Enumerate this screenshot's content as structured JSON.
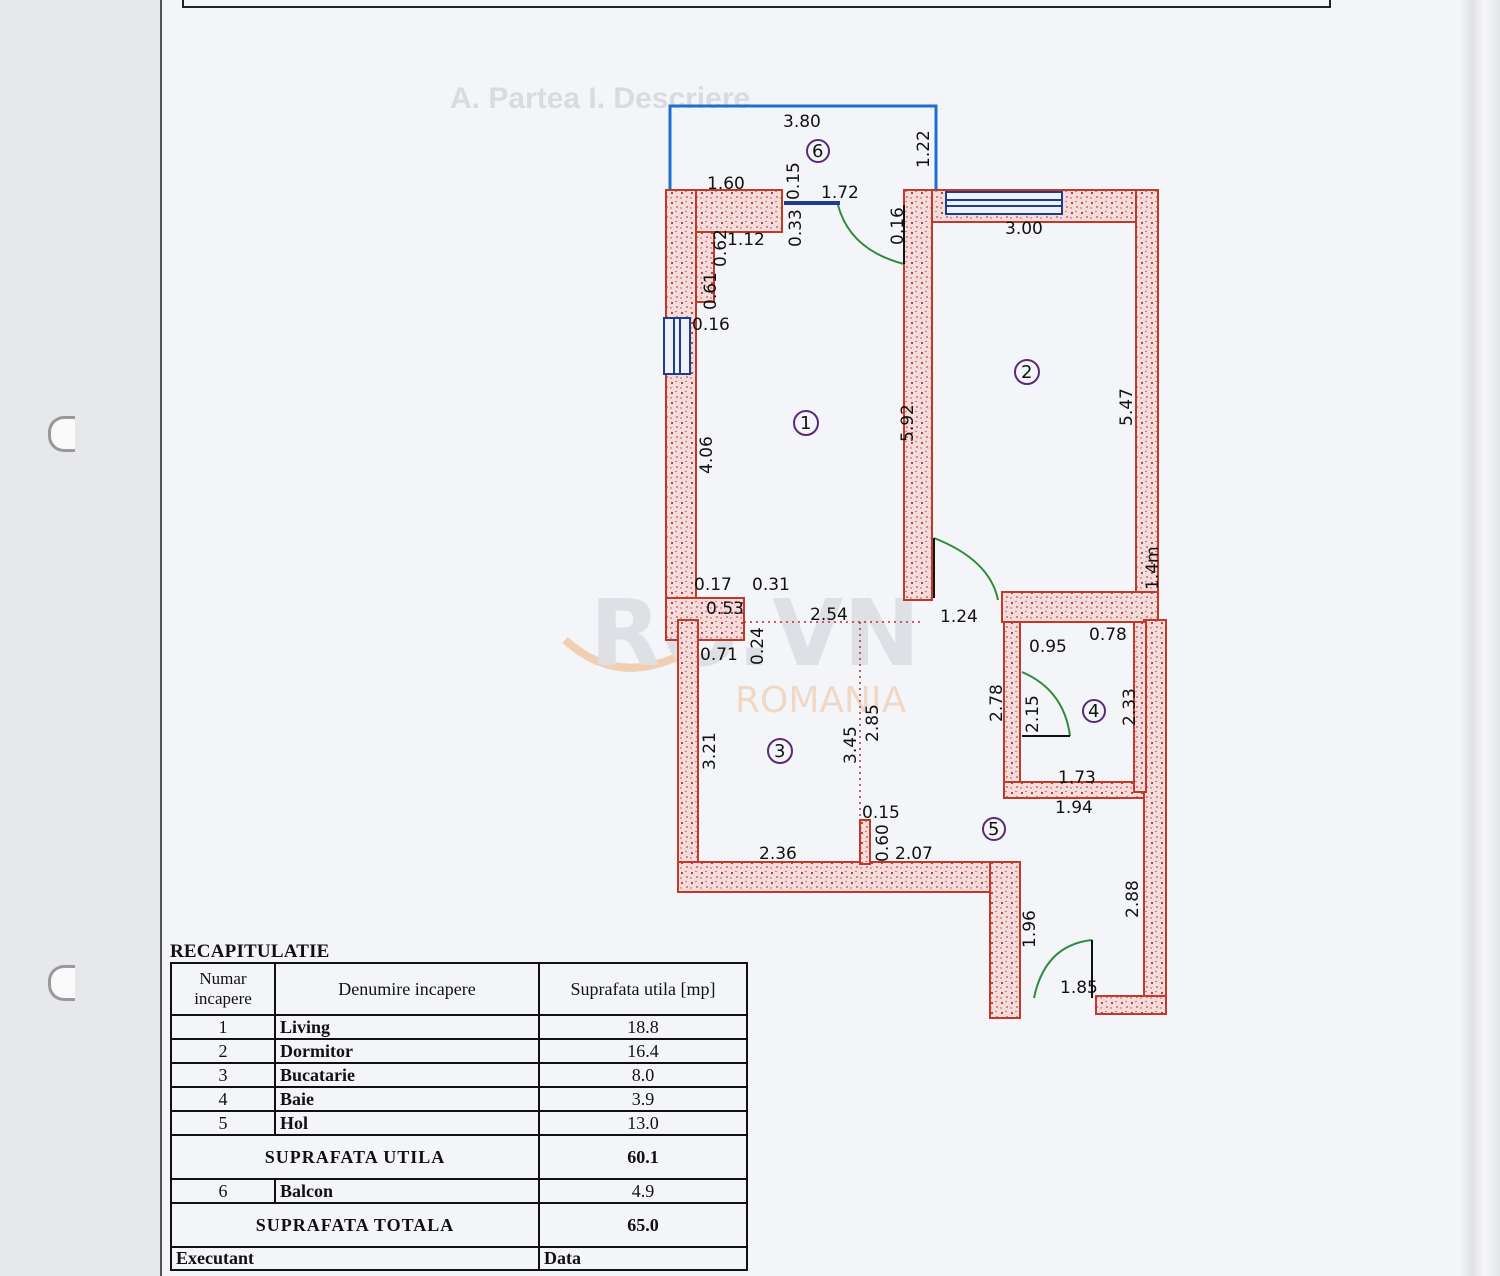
{
  "watermark": {
    "brand": "RO.VN",
    "sub": "ROMANIA"
  },
  "plan": {
    "rooms": [
      "1",
      "2",
      "3",
      "4",
      "5",
      "6"
    ],
    "dims": {
      "balcony_width": "3.80",
      "balcony_depth": "1.22",
      "d_1_60": "1.60",
      "d_0_15_top": "0.15",
      "d_1_72": "1.72",
      "d_0_33": "0.33",
      "d_0_16_top": "0.16",
      "d_3_00": "3.00",
      "d_1_12": "1.12",
      "d_0_62": "0.62",
      "d_0_61": "0.61",
      "d_0_16_left": "0.16",
      "d_4_06": "4.06",
      "d_5_92": "5.92",
      "d_5_47": "5.47",
      "d_0_17": "0.17",
      "d_0_31": "0.31",
      "d_0_53": "0.53",
      "d_2_54": "2.54",
      "d_1_24": "1.24",
      "d_0_24": "0.24",
      "d_0_71": "0.71",
      "d_0_95": "0.95",
      "d_0_78": "0.78",
      "d_2_78": "2.78",
      "d_2_15": "2.15",
      "d_2_33": "2.33",
      "d_3_21": "3.21",
      "d_3_45": "3.45",
      "d_2_85": "2.85",
      "d_1_73": "1.73",
      "d_1_94": "1.94",
      "d_0_15_mid": "0.15",
      "d_0_60": "0.60",
      "d_2_36": "2.36",
      "d_2_07": "2.07",
      "d_1_96": "1.96",
      "d_2_88": "2.88",
      "d_1_85": "1.85",
      "d_small_right": "1.4m"
    }
  },
  "recap": {
    "title": "RECAPITULATIE",
    "headers": {
      "nr": "Numar incapere",
      "name": "Denumire incapere",
      "area": "Suprafata utila [mp]"
    },
    "rows": [
      {
        "nr": "1",
        "name": "Living",
        "area": "18.8"
      },
      {
        "nr": "2",
        "name": "Dormitor",
        "area": "16.4"
      },
      {
        "nr": "3",
        "name": "Bucatarie",
        "area": "8.0"
      },
      {
        "nr": "4",
        "name": "Baie",
        "area": "3.9"
      },
      {
        "nr": "5",
        "name": "Hol",
        "area": "13.0"
      }
    ],
    "useful_label": "SUPRAFATA UTILA",
    "useful_value": "60.1",
    "balcony": {
      "nr": "6",
      "name": "Balcon",
      "area": "4.9"
    },
    "total_label": "SUPRAFATA TOTALA",
    "total_value": "65.0",
    "footer": {
      "left": "Executant",
      "right": "Data"
    }
  },
  "background_text": {
    "heading": "A. Partea I. Descriere"
  },
  "colors": {
    "wall_fill": "#f2d9d9",
    "wall_stroke": "#c0392b",
    "balcony_line": "#1e6fd0",
    "window": "#1f3d8f",
    "door_arc": "#2e8b3a"
  }
}
